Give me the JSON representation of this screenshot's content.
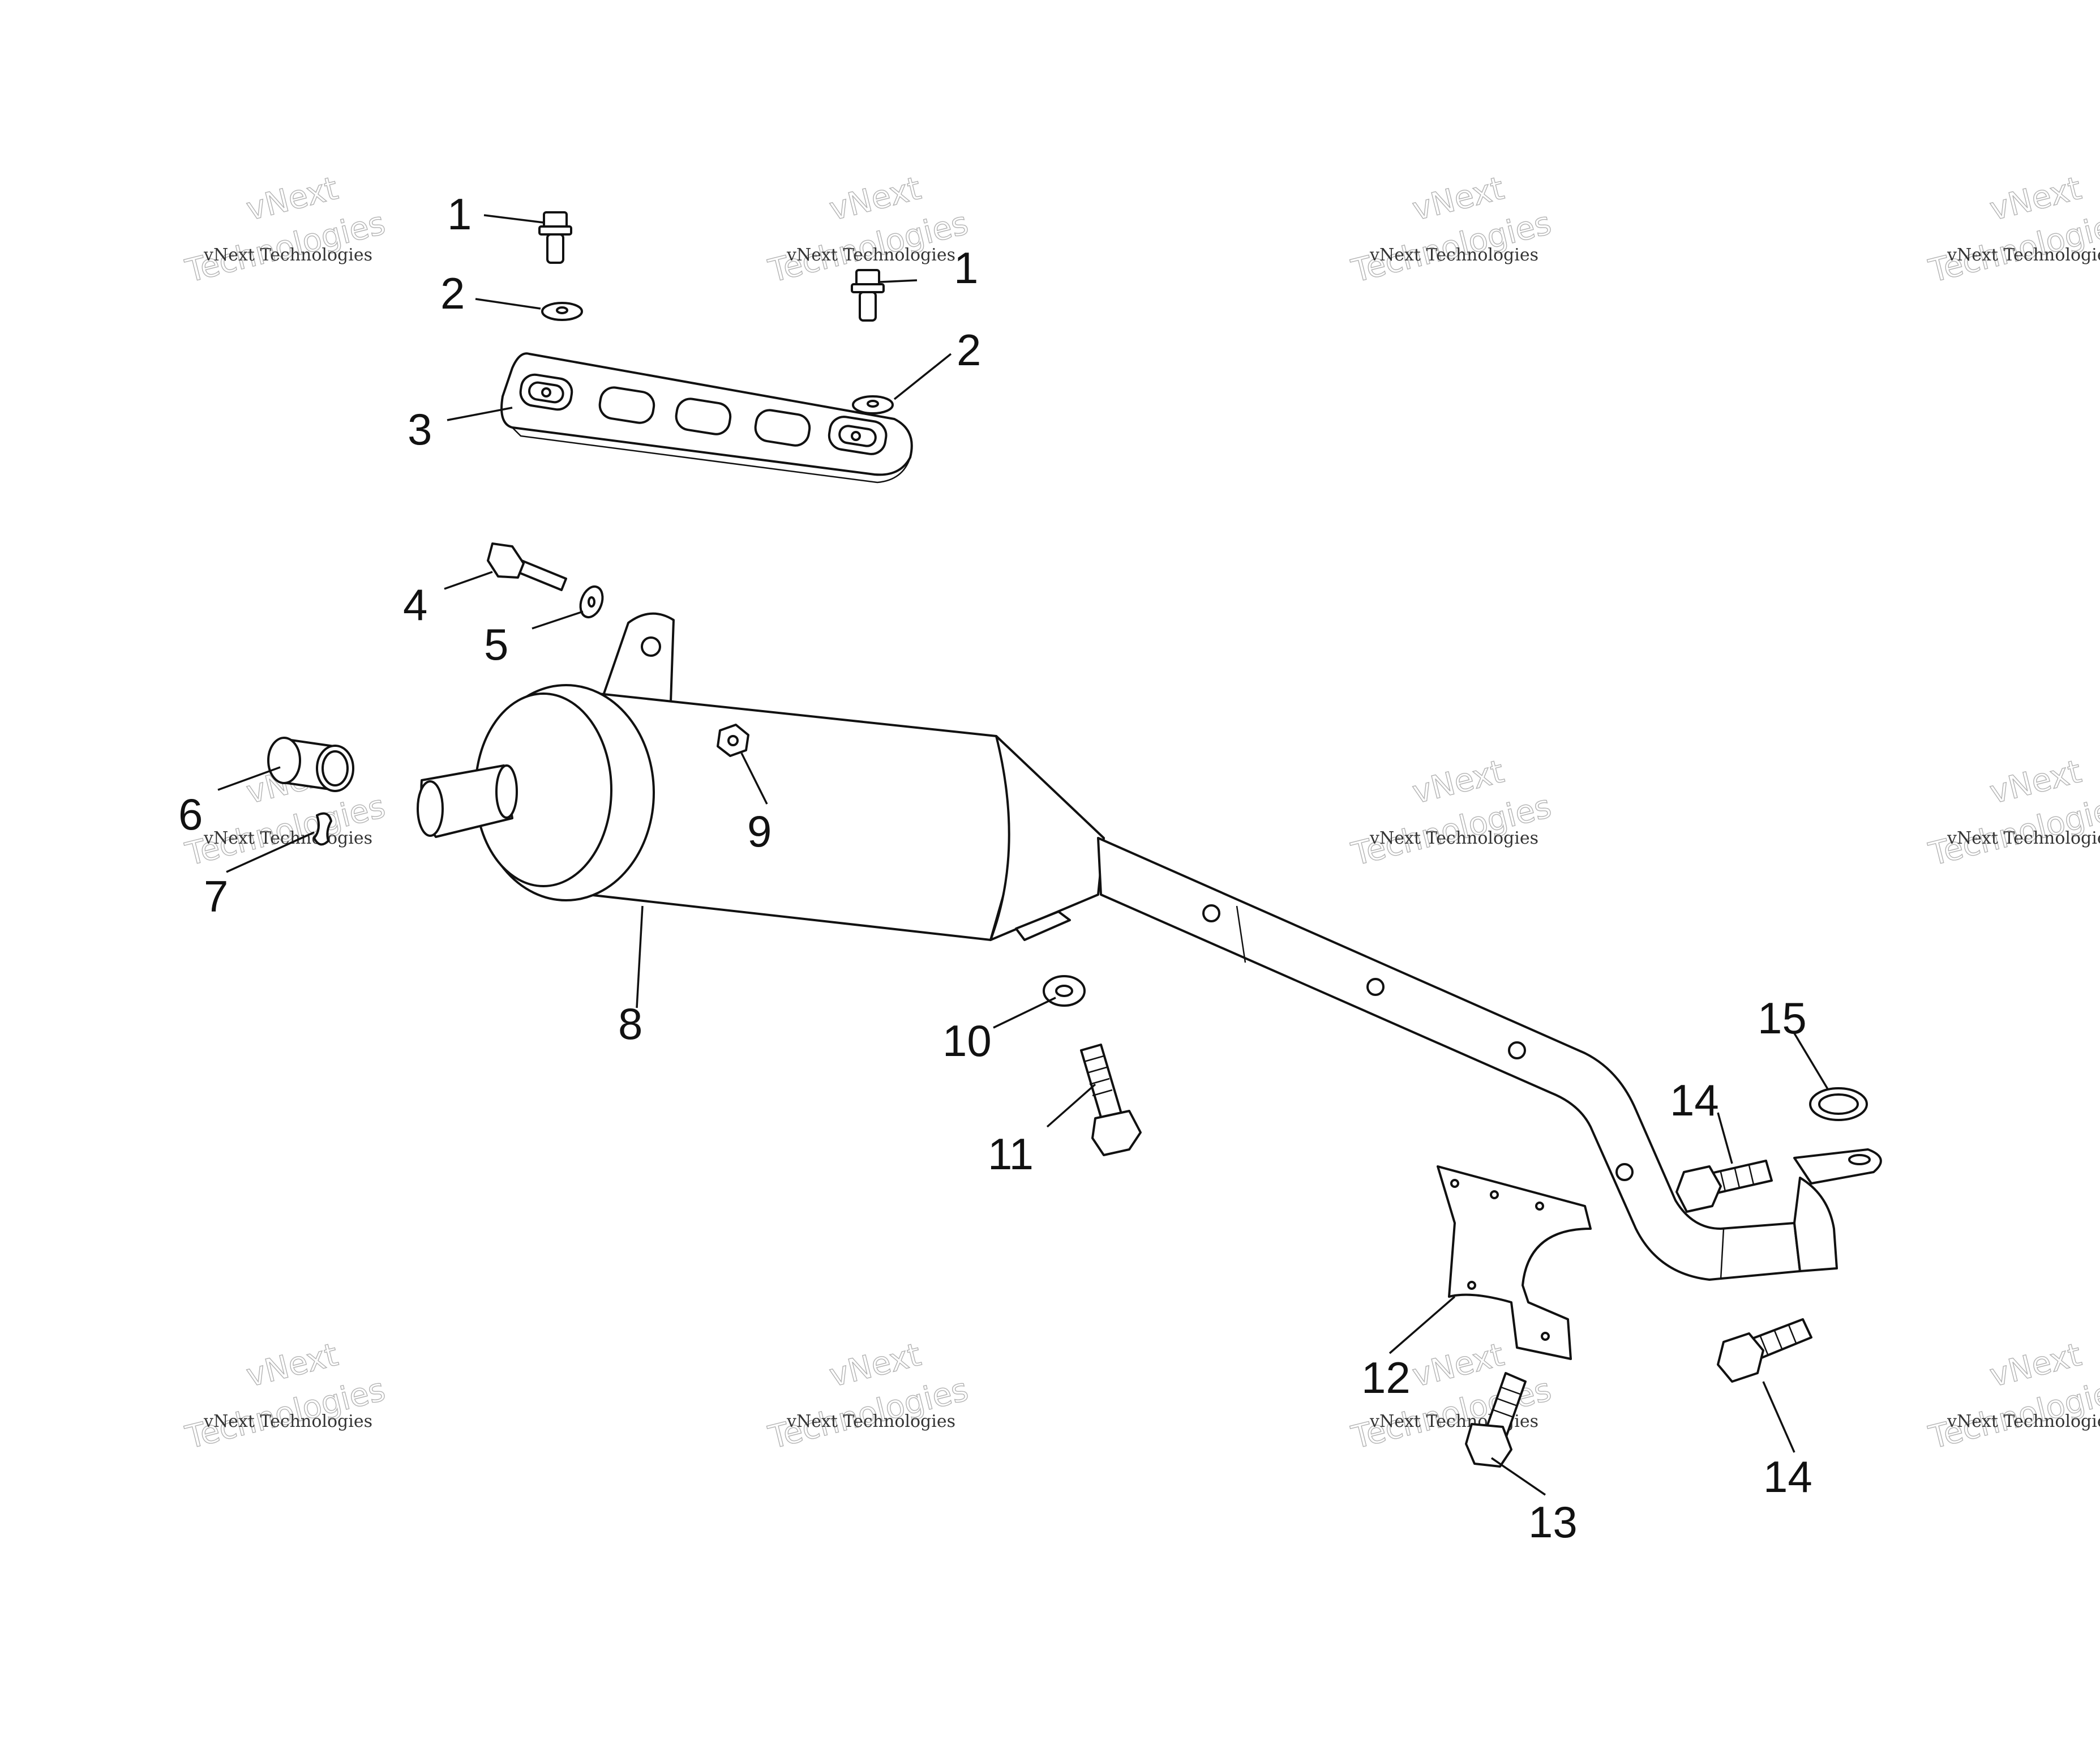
{
  "diagram": {
    "parts": [
      {
        "id": "1a",
        "label": "1"
      },
      {
        "id": "1b",
        "label": "1"
      },
      {
        "id": "2a",
        "label": "2"
      },
      {
        "id": "2b",
        "label": "2"
      },
      {
        "id": "3",
        "label": "3"
      },
      {
        "id": "4",
        "label": "4"
      },
      {
        "id": "5",
        "label": "5"
      },
      {
        "id": "6",
        "label": "6"
      },
      {
        "id": "7",
        "label": "7"
      },
      {
        "id": "8",
        "label": "8"
      },
      {
        "id": "9",
        "label": "9"
      },
      {
        "id": "10",
        "label": "10"
      },
      {
        "id": "11",
        "label": "11"
      },
      {
        "id": "12",
        "label": "12"
      },
      {
        "id": "13",
        "label": "13"
      },
      {
        "id": "14a",
        "label": "14"
      },
      {
        "id": "14b",
        "label": "14"
      },
      {
        "id": "15",
        "label": "15"
      }
    ],
    "watermark": {
      "line1": "vNext Technologies",
      "line2": "vNext",
      "line3": "Technologies"
    }
  }
}
